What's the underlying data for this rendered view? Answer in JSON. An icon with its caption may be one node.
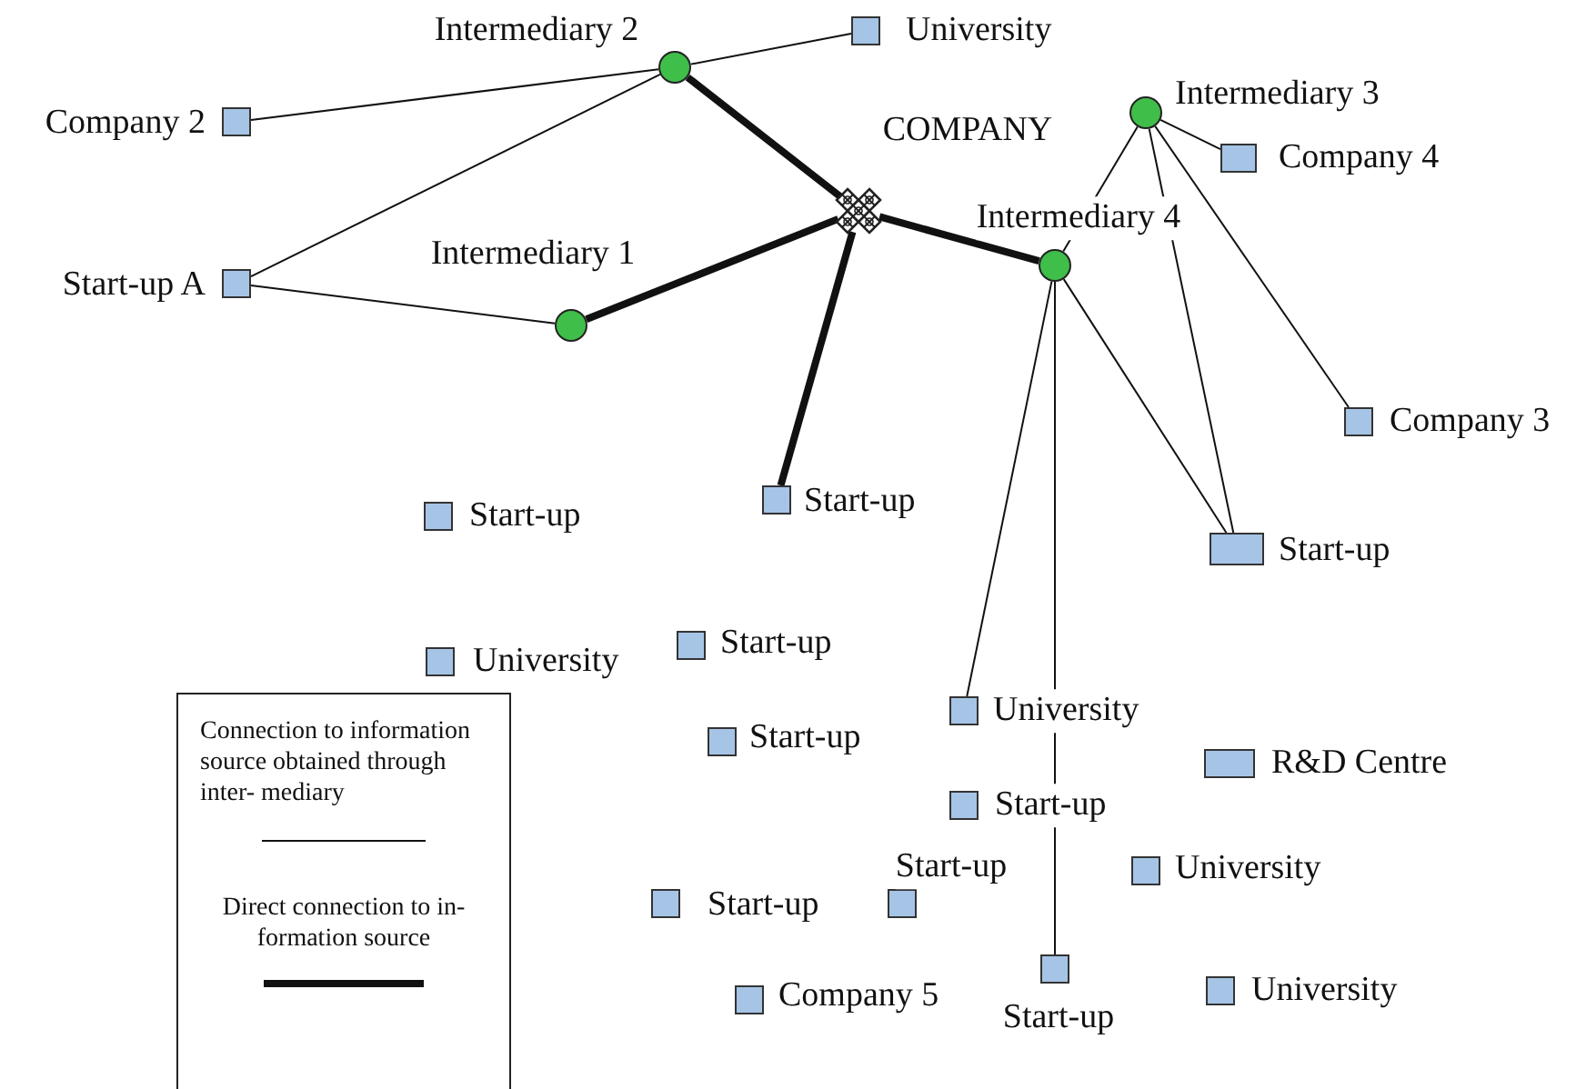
{
  "diagram": {
    "nodes": [
      {
        "text": [],
        "shape": "circle",
        "beside": [
          "Intermediary 2"
        ]
      },
      {
        "text": [],
        "shape": "box",
        "beside": [
          "University"
        ]
      },
      {
        "text": [],
        "shape": "box",
        "beside": [
          "Company 2"
        ]
      },
      {
        "text": [],
        "shape": "cross",
        "beside": [
          "COMPANY"
        ]
      },
      {
        "text": [],
        "shape": "circle",
        "beside": [
          "Intermediary 3"
        ]
      },
      {
        "text": [],
        "shape": "box",
        "beside": [
          "Company 4"
        ]
      },
      {
        "text": [],
        "shape": "box",
        "beside": [
          "Start-up A"
        ]
      },
      {
        "text": [],
        "shape": "circle",
        "beside": [
          "Intermediary 1"
        ]
      },
      {
        "text": [],
        "shape": "circle",
        "beside": [
          "Intermediary 4"
        ]
      },
      {
        "text": [],
        "shape": "box",
        "beside": [
          "Company 3"
        ]
      },
      {
        "text": [],
        "shape": "box",
        "beside": [
          "Start-up"
        ]
      },
      {
        "text": [],
        "shape": "box",
        "beside": [
          "Start-up"
        ]
      },
      {
        "text": [],
        "shape": "box",
        "beside": [
          "Start-up"
        ]
      },
      {
        "text": [],
        "shape": "box",
        "beside": [
          "University"
        ]
      },
      {
        "text": [],
        "shape": "box",
        "beside": [
          "Start-up"
        ]
      },
      {
        "text": [],
        "shape": "box",
        "beside": [
          "Start-up"
        ]
      },
      {
        "text": [],
        "shape": "box",
        "beside": [
          "University"
        ]
      },
      {
        "text": [],
        "shape": "box",
        "beside": [
          "R&D Centre"
        ]
      },
      {
        "text": [],
        "shape": "box",
        "beside": [
          "Start-up"
        ]
      },
      {
        "text": [],
        "shape": "box",
        "beside": [
          "Start-up"
        ]
      },
      {
        "text": [],
        "shape": "box",
        "beside": [
          "University"
        ]
      },
      {
        "text": [],
        "shape": "box",
        "beside": [
          "Start-up"
        ]
      },
      {
        "text": [],
        "shape": "box",
        "beside": [
          "Start-up"
        ]
      },
      {
        "text": [],
        "shape": "box",
        "beside": [
          "Company 5"
        ]
      },
      {
        "text": [],
        "shape": "box",
        "beside": [
          "University"
        ]
      }
    ],
    "edges": [
      {
        "from": 2,
        "to": 0,
        "arrow": "none"
      },
      {
        "from": 0,
        "to": 1,
        "arrow": "none"
      },
      {
        "from": 6,
        "to": 0,
        "arrow": "none"
      },
      {
        "from": 6,
        "to": 7,
        "arrow": "none"
      },
      {
        "from": 0,
        "to": 3,
        "arrow": "none",
        "style": "thick"
      },
      {
        "from": 7,
        "to": 3,
        "arrow": "none",
        "style": "thick"
      },
      {
        "from": 3,
        "to": 8,
        "arrow": "none",
        "style": "thick"
      },
      {
        "from": 3,
        "to": 11,
        "arrow": "none",
        "style": "thick"
      },
      {
        "from": 4,
        "to": 5,
        "arrow": "none"
      },
      {
        "from": 4,
        "to": 9,
        "arrow": "none"
      },
      {
        "from": 4,
        "to": 8,
        "arrow": "none"
      },
      {
        "from": 4,
        "to": 12,
        "arrow": "none"
      },
      {
        "from": 8,
        "to": 16,
        "arrow": "none"
      },
      {
        "from": 8,
        "to": 22,
        "arrow": "none"
      },
      {
        "from": 8,
        "to": 12,
        "arrow": "none"
      }
    ],
    "legend": [
      {
        "text": "Connection to information source obtained through inter- mediary"
      },
      {
        "text": "Direct connection to in- formation source"
      }
    ]
  }
}
